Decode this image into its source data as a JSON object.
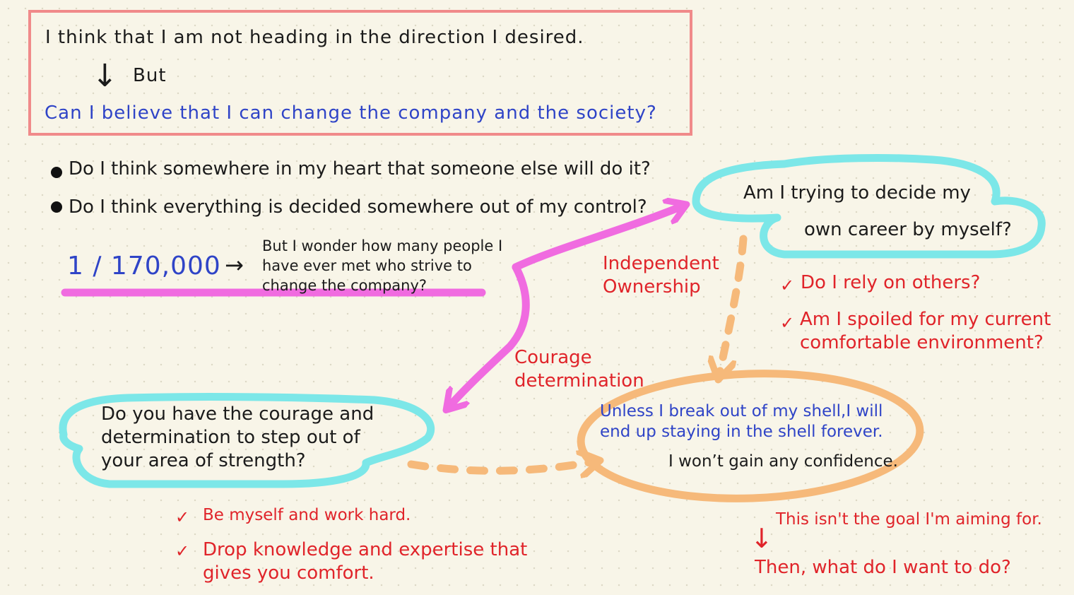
{
  "header": {
    "statement": "I think that I am not heading in the direction I desired.",
    "connector": "But",
    "question": "Can I believe that I can change the company and the society?"
  },
  "bullets": [
    "Do I think somewhere in my heart that someone else will do it?",
    "Do I think everything is decided somewhere out of my control?"
  ],
  "stat": {
    "ratio": "1 / 170,000",
    "note": "But I wonder how many people I have ever met who strive to change the company?"
  },
  "top_bubble": {
    "line1": "Am I trying to decide my",
    "line2": "own career by myself?"
  },
  "top_checks": [
    "Do I rely on others?",
    "Am I spoiled for my current comfortable environment?"
  ],
  "labels": {
    "independent": "Independent Ownership",
    "courage": "Courage determination"
  },
  "left_bubble": {
    "text": "Do you have the courage and determination to step out of your area of strength?"
  },
  "left_checks": [
    "Be myself and work hard.",
    "Drop knowledge and expertise that gives you comfort."
  ],
  "right_bubble": {
    "text": "Unless I break out of my shell,I will end up staying in the shell forever.",
    "confidence": "I won’t gain any confidence."
  },
  "goal": {
    "line1": "This isn't the goal I'm aiming for.",
    "line2": "Then, what do I want to do?"
  },
  "icons": {
    "check": "✓",
    "arrow_down": "↓",
    "arrow_right": "→"
  },
  "colors": {
    "header_border": "#f08a8a",
    "blue_text": "#2f44c7",
    "red_text": "#e0242a",
    "cyan_bubble": "#7ce7e8",
    "orange_bubble": "#f6b97a",
    "magenta": "#f06be0"
  }
}
